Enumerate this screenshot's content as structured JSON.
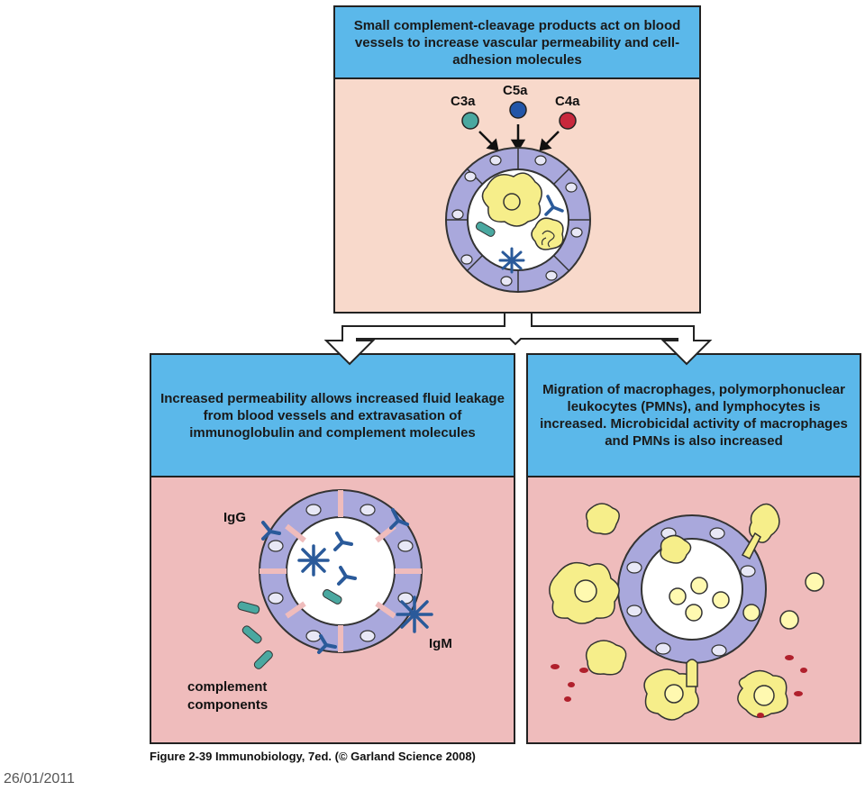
{
  "top_panel": {
    "title": "Small complement-cleavage products act on blood vessels to increase vascular permeability and cell-adhesion molecules",
    "labels": {
      "c3a": "C3a",
      "c5a": "C5a",
      "c4a": "C4a"
    },
    "colors": {
      "c3a": "#4aa8a0",
      "c5a": "#2255a8",
      "c4a": "#c8283c"
    }
  },
  "left_panel": {
    "title": "Increased permeability allows increased fluid leakage from blood vessels and extravasation of immunoglobulin and complement molecules",
    "labels": {
      "igg": "IgG",
      "igm": "IgM",
      "complement_1": "complement",
      "complement_2": "components"
    }
  },
  "right_panel": {
    "title": "Migration of macrophages, polymorphonuclear leukocytes (PMNs), and lymphocytes is increased. Microbicidal activity of macrophages and PMNs is also increased"
  },
  "caption": "Figure 2-39 Immunobiology, 7ed. (© Garland Science 2008)",
  "date": "26/01/2011",
  "colors": {
    "header_blue": "#5bb8ea",
    "top_body": "#f8d9cb",
    "bottom_body": "#efbcbc",
    "endothelium": "#a9a8dc",
    "macrophage": "#f6ee8a"
  }
}
